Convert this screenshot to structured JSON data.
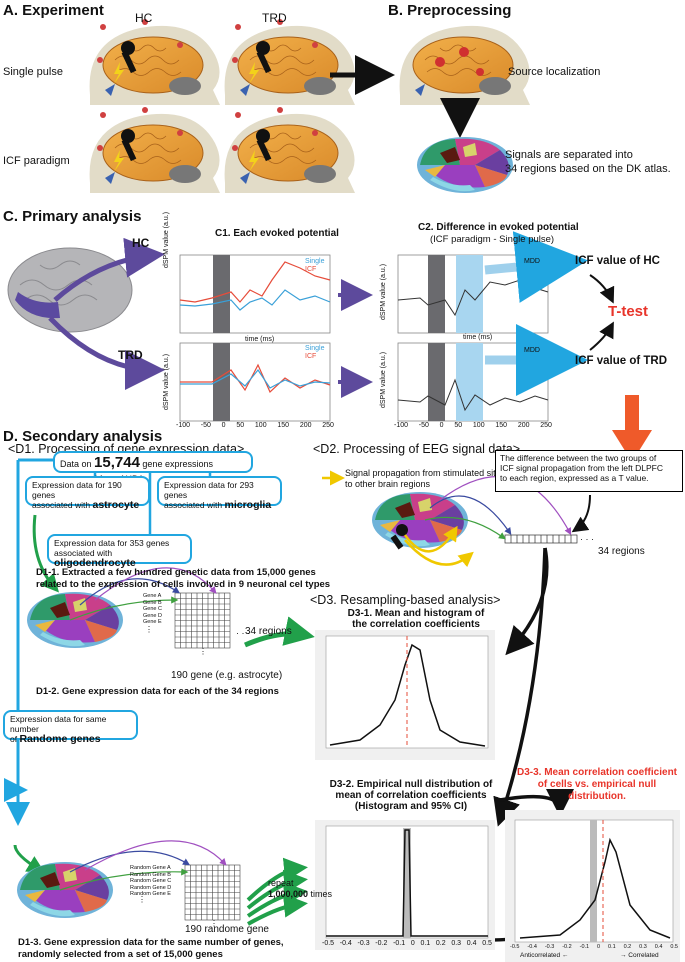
{
  "sectionA": {
    "title": "A. Experiment",
    "col_hc": "HC",
    "col_trd": "TRD",
    "row_single": "Single pulse",
    "row_icf": "ICF paradigm"
  },
  "sectionB": {
    "title": "B. Preprocessing",
    "source": "Source localization",
    "signals_l1": "Signals are separated into",
    "signals_l2": "34 regions based on the DK atlas."
  },
  "sectionC": {
    "title": "C. Primary analysis",
    "hc": "HC",
    "trd": "TRD",
    "c1_title": "C1. Each evoked potential",
    "c2_title": "C2. Difference in evoked potential",
    "c2_sub": "(ICF paradigm - Single pulse)",
    "icf_hc": "ICF value of HC",
    "icf_trd": "ICF value of TRD",
    "ttest": "T-test",
    "ylabel": "dSPM value (a.u.)",
    "xlabel": "time (ms)",
    "legend_single": "Single",
    "legend_icf": "ICF",
    "legend_diff": "MDD",
    "xticks": [
      "-100",
      "-50",
      "0",
      "50",
      "100",
      "150",
      "200",
      "250"
    ]
  },
  "sectionD": {
    "title": "D. Secondary analysis",
    "d1_title": "<D1. Processing of gene expression data>",
    "d2_title": "<D2. Processing of EEG signal data>",
    "d3_title": "<D3. Resampling-based analysis>",
    "aheba_pre": "Data on ",
    "aheba_num": "15,744",
    "aheba_post": " gene expressions extracted from AHBA",
    "astro_l1": "Expression data for 190 genes",
    "astro_l2_pre": "associated with ",
    "astro_l2_b": "astrocyte",
    "micro_l1": "Expression data for 293 genes",
    "micro_l2_pre": "associated with ",
    "micro_l2_b": "microglia",
    "oligo_l1": "Expression data for 353 genes",
    "oligo_l2_pre": "associated with ",
    "oligo_l2_b": "oligodendrocyte",
    "d11_l1": "D1-1. Extracted a few hundred genetic data from 15,000 genes",
    "d11_l2": "related to the expression of cells involved in 9 neuronal cel types",
    "d12": "D1-2. Gene expression data for each of the 34 regions",
    "gene190": "190 gene (e.g. astrocyte)",
    "regions34": "34 regions",
    "genes": [
      "Gene A",
      "Gene B",
      "Gene C",
      "Gene D",
      "Gene E"
    ],
    "random_l1": "Expression data for same number",
    "random_l2_pre": "of ",
    "random_l2_b": "Randome genes",
    "random_genes": [
      "Random Gene A",
      "Random Gene B",
      "Random Gene C",
      "Random Gene D",
      "Random Gene E"
    ],
    "repeat": "repeat",
    "repeat_num": "1,000,000",
    "repeat_times": " times",
    "randome190": "190 randome gene",
    "d13_l1": "D1-3. Gene expression data for the same number of genes,",
    "d13_l2": "randomly selected from a set of 15,000 genes",
    "propagation_l1": "Signal propagation from stimulated site",
    "propagation_l2": "to other brain regions",
    "diff_box_l1": "The difference between the two groups of",
    "diff_box_l2": "ICF signal propagation from the left DLPFC",
    "diff_box_l3": "to each region, expressed as a T value.",
    "d31_l1": "D3-1. Mean and histogram of",
    "d31_l2": "the correlation coefficients",
    "d32_l1": "D3-2. Empirical null distribution of",
    "d32_l2": "mean of correlation coefficients",
    "d32_l3": "(Histogram and 95% CI)",
    "d33_l1": "D3-3. Mean correlation coefficient",
    "d33_l2": "of cells vs. empirical null distribution.",
    "anticorrelated": "Anticorrelated ←",
    "correlated": "→ Correlated",
    "corr_ticks": [
      "-0.5",
      "-0.4",
      "-0.3",
      "-0.2",
      "-0.1",
      "0",
      "0.1",
      "0.2",
      "0.3",
      "0.4",
      "0.5"
    ]
  },
  "colors": {
    "accent_blue": "#21a6e0",
    "purple": "#5d4a9c",
    "light_blue": "#9fd0ec",
    "red": "#e8342a",
    "green": "#21a04a",
    "orange": "#ef5a2a",
    "yellow": "#f7e01a"
  }
}
